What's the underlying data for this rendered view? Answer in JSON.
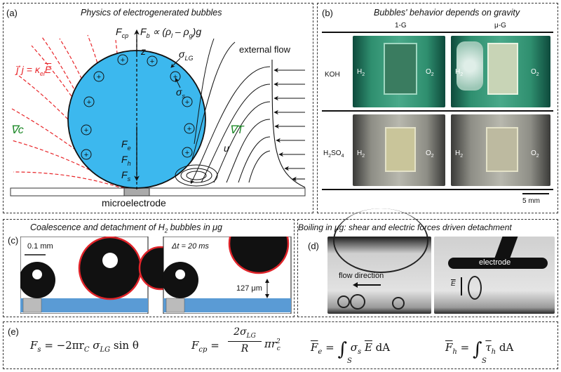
{
  "panel_a": {
    "label": "(a)",
    "title": "Physics of electrogenerated bubbles",
    "force_cp": "F",
    "force_cp_sub": "cp",
    "force_b": "F",
    "force_b_sub": "b",
    "force_b_expr": "∝ (ρ",
    "rho_l_sub": "l",
    "minus": " – ρ",
    "rho_g_sub": "g",
    "force_b_end": ")g",
    "axis_z": "z",
    "sigma_lg": "σ",
    "sigma_lg_sub": "LG",
    "sigma_s": "σ",
    "sigma_s_sub": "s",
    "current": "j = κ",
    "current_sub": "el",
    "current_E": "E",
    "grad_c": "∇c",
    "grad_T": "∇T",
    "external_flow": "external flow",
    "flow_u": "u",
    "f_e": "F",
    "f_e_sub": "e",
    "f_h": "F",
    "f_h_sub": "h",
    "f_s": "F",
    "f_s_sub": "s",
    "microelectrode": "microelectrode",
    "charge_symbol": "+"
  },
  "panel_b": {
    "label": "(b)",
    "title": "Bubbles' behavior depends on gravity",
    "col_1g": "1-G",
    "col_ug": "μ-G",
    "row_koh": "KOH",
    "row_h2so4": "H",
    "row_h2so4_sub": "2",
    "row_h2so4_end": "SO",
    "row_h2so4_sub2": "4",
    "h2": "H",
    "h2_sub": "2",
    "o2": "O",
    "o2_sub": "2",
    "scale": "5 mm"
  },
  "panel_c": {
    "label": "(c)",
    "title": "Coalescence and detachment of H",
    "title_sub": "2",
    "title_end": " bubbles in μg",
    "scale": "0.1 mm",
    "delta_t": "Δt = 20 ms",
    "distance": "127 μm"
  },
  "panel_d": {
    "label": "(d)",
    "title": "Boiling in μg: shear and electric forces driven detachment",
    "flow_direction": "flow direction",
    "electrode": "electrode",
    "field": "E"
  },
  "panel_e": {
    "label": "(e)",
    "eq1_lhs": "F",
    "eq1_lhs_sub": "s",
    "eq1_rhs": " = −2πr",
    "eq1_rc_sub": "C",
    "eq1_sigma": " σ",
    "eq1_sigma_sub": "LG",
    "eq1_end": " sin θ",
    "eq2_lhs": "F",
    "eq2_lhs_sub": "cp",
    "eq2_num": "2σ",
    "eq2_num_sub": "LG",
    "eq2_den": "R",
    "eq2_tail": "πr",
    "eq2_tail_sub": "c",
    "eq2_tail_sup": "2",
    "eq3_lhs": "F",
    "eq3_lhs_sub": "e",
    "eq3_integrand": "σ",
    "eq3_integrand_sub": "s",
    "eq3_field": "E",
    "eq3_end": " dA",
    "int_sub": "S",
    "eq4_lhs": "F",
    "eq4_lhs_sub": "h",
    "eq4_integrand": "τ",
    "eq4_integrand_sub": "h",
    "eq4_end": " dA"
  },
  "colors": {
    "bubble": "#3cb8ee",
    "current_lines": "#e8262a",
    "gradient_text": "#1f8a2a",
    "bubble_rim": "#e0242a",
    "substrate": "#5a9bd5"
  }
}
